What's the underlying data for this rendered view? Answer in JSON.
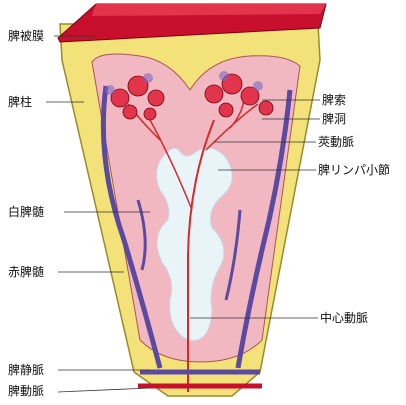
{
  "diagram": {
    "labels_left": [
      {
        "id": "capsule",
        "text": "脾被膜"
      },
      {
        "id": "trabecula",
        "text": "脾柱"
      },
      {
        "id": "white-pulp",
        "text": "白脾髄"
      },
      {
        "id": "red-pulp",
        "text": "赤脾髄"
      },
      {
        "id": "splenic-vein",
        "text": "脾静脈"
      },
      {
        "id": "splenic-artery",
        "text": "脾動脈"
      }
    ],
    "labels_right": [
      {
        "id": "splenic-cord",
        "text": "脾索"
      },
      {
        "id": "splenic-sinus",
        "text": "脾洞"
      },
      {
        "id": "penicillar-artery",
        "text": "莢動脈"
      },
      {
        "id": "lymph-nodule",
        "text": "脾リンパ小節"
      },
      {
        "id": "central-artery",
        "text": "中心動脈"
      }
    ],
    "colors": {
      "capsule": "#c8102e",
      "trabecula": "#f3e27a",
      "red_pulp": "#f2b8c2",
      "white_pulp": "#e8f4f8",
      "vein": "#5b4aa0",
      "artery": "#d42a2a"
    }
  }
}
